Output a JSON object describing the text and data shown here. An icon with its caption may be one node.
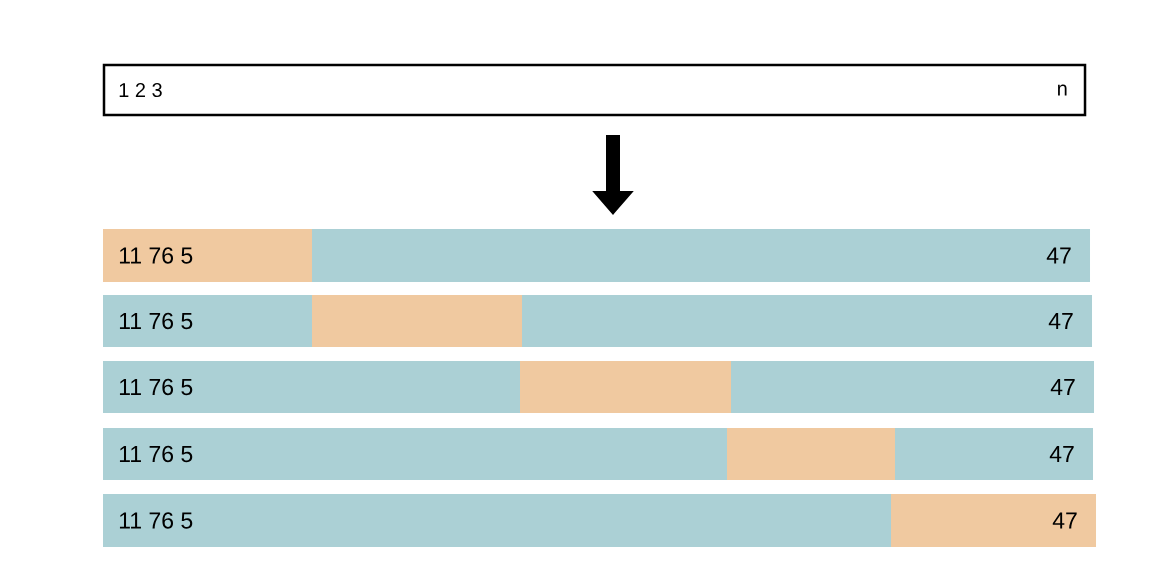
{
  "diagram": {
    "nodes": [
      {
        "text": [
          "1 2 3",
          "n"
        ]
      },
      {
        "text": [
          "11 76 5",
          "47"
        ]
      },
      {
        "text": [
          "11 76 5",
          "47"
        ]
      },
      {
        "text": [
          "11 76 5",
          "47"
        ]
      },
      {
        "text": [
          "11 76 5",
          "47"
        ]
      },
      {
        "text": [
          "11 76 5",
          "47"
        ]
      }
    ],
    "edges": [
      {
        "from": 0,
        "to": 1,
        "arrow": "to"
      }
    ]
  }
}
